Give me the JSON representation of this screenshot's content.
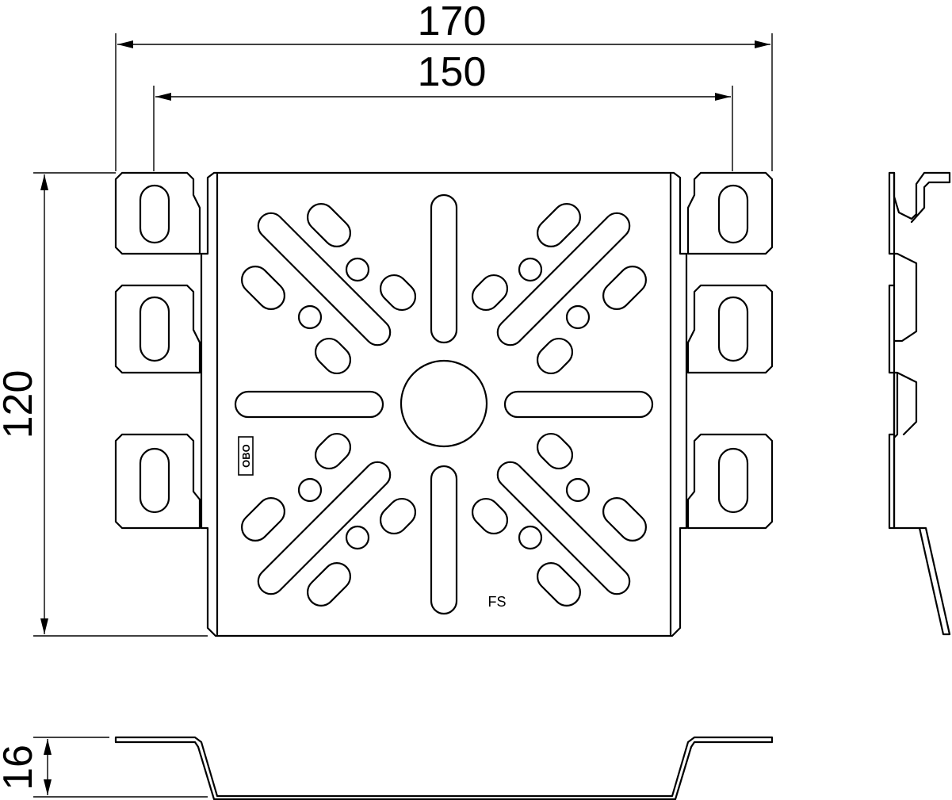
{
  "dimensions": {
    "overall_width": "170",
    "hole_spacing": "150",
    "height": "120",
    "depth": "16"
  },
  "markings": {
    "type_code": "FS",
    "logo": "OBO"
  }
}
